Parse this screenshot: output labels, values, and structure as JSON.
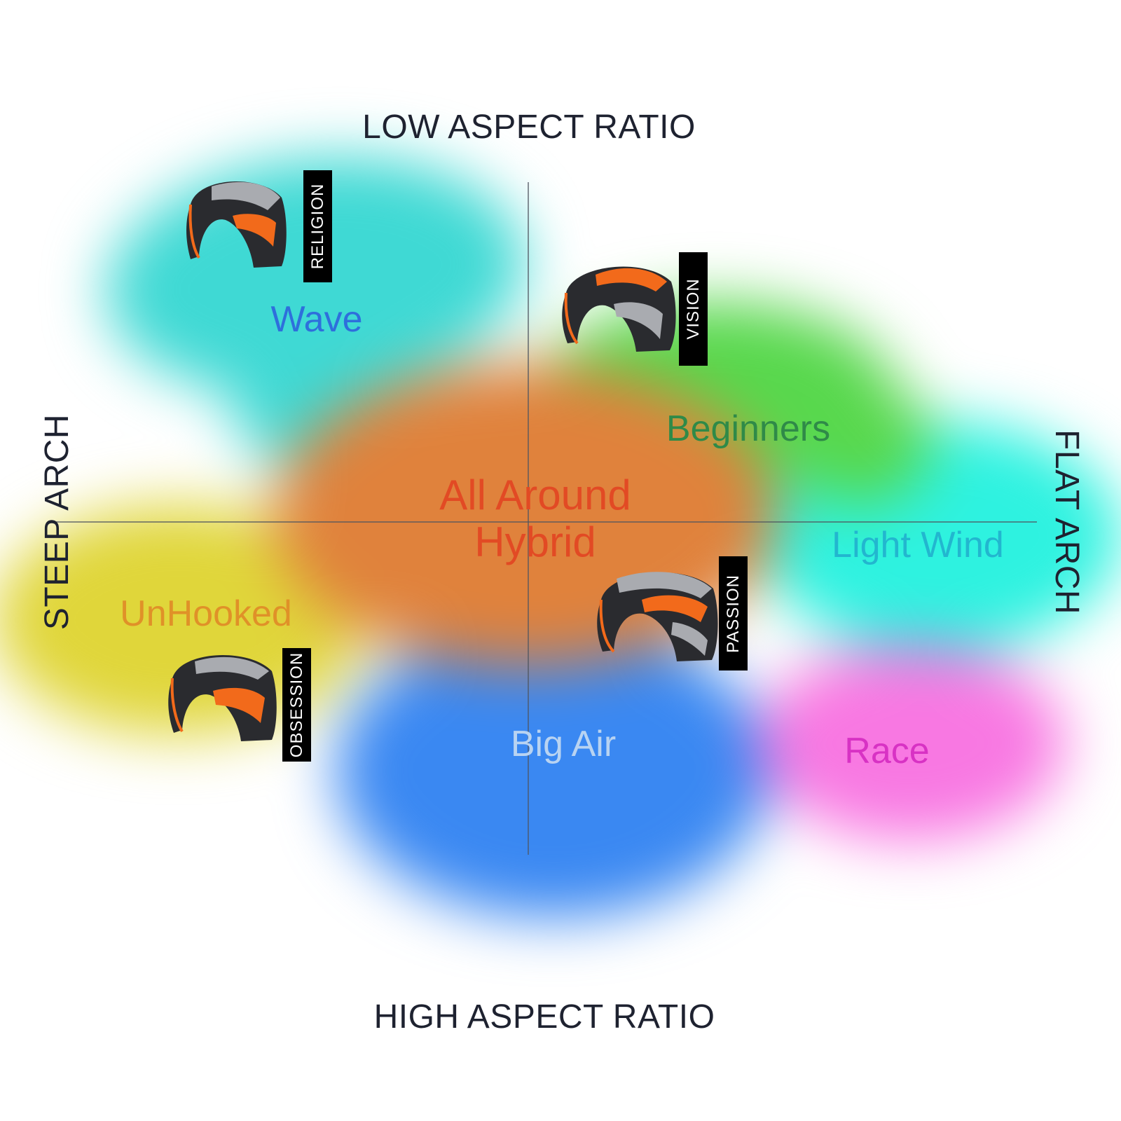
{
  "axes": {
    "top": "LOW ASPECT RATIO",
    "bottom": "HIGH ASPECT RATIO",
    "left": "STEEP ARCH",
    "right": "FLAT ARCH"
  },
  "categories": {
    "wave": {
      "label": "Wave",
      "color": "#2e6fdc",
      "zone_color": "#3fd9d4"
    },
    "beginners": {
      "label": "Beginners",
      "color": "#2f8a48",
      "zone_color": "#58d84d"
    },
    "all_around": {
      "line1": "All Around",
      "line2": "Hybrid",
      "color": "#e24a24",
      "zone_color": "#e0823c"
    },
    "light_wind": {
      "label": "Light Wind",
      "color": "#22b6cf",
      "zone_color": "#2ef2e0"
    },
    "unhooked": {
      "label": "UnHooked",
      "color": "#e09128",
      "zone_color": "#e0d63a"
    },
    "big_air": {
      "label": "Big Air",
      "color": "#b8d3f2",
      "zone_color": "#3a88f2"
    },
    "race": {
      "label": "Race",
      "color": "#d832c4",
      "zone_color": "#f878e2"
    }
  },
  "kites": {
    "religion": {
      "name": "RELIGION"
    },
    "vision": {
      "name": "VISION"
    },
    "passion": {
      "name": "PASSION"
    },
    "obsession": {
      "name": "OBSESSION"
    }
  },
  "colors": {
    "axis_text": "#1e2230",
    "grid_line": "#4e5560",
    "kite_canopy": "#2a2b2f",
    "kite_accent": "#f26a1b",
    "kite_light": "#a9abb0"
  }
}
